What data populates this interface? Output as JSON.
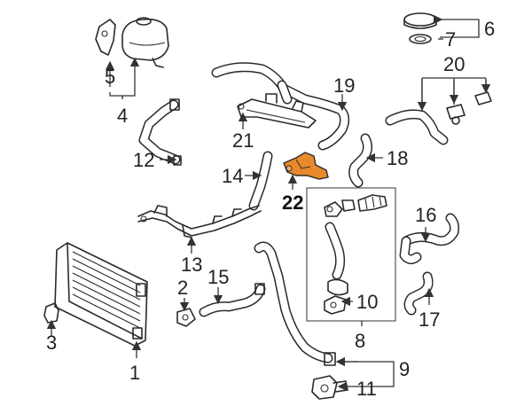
{
  "diagram": {
    "accent_color": "#e8892b",
    "highlighted_part": "22",
    "callouts": {
      "c1": "1",
      "c2": "2",
      "c3": "3",
      "c4": "4",
      "c5": "5",
      "c6": "6",
      "c7": "7",
      "c8": "8",
      "c9": "9",
      "c10": "10",
      "c11": "11",
      "c12": "12",
      "c13": "13",
      "c14": "14",
      "c15": "15",
      "c16": "16",
      "c17": "17",
      "c18": "18",
      "c19": "19",
      "c20": "20",
      "c21": "21",
      "c22": "22"
    }
  }
}
